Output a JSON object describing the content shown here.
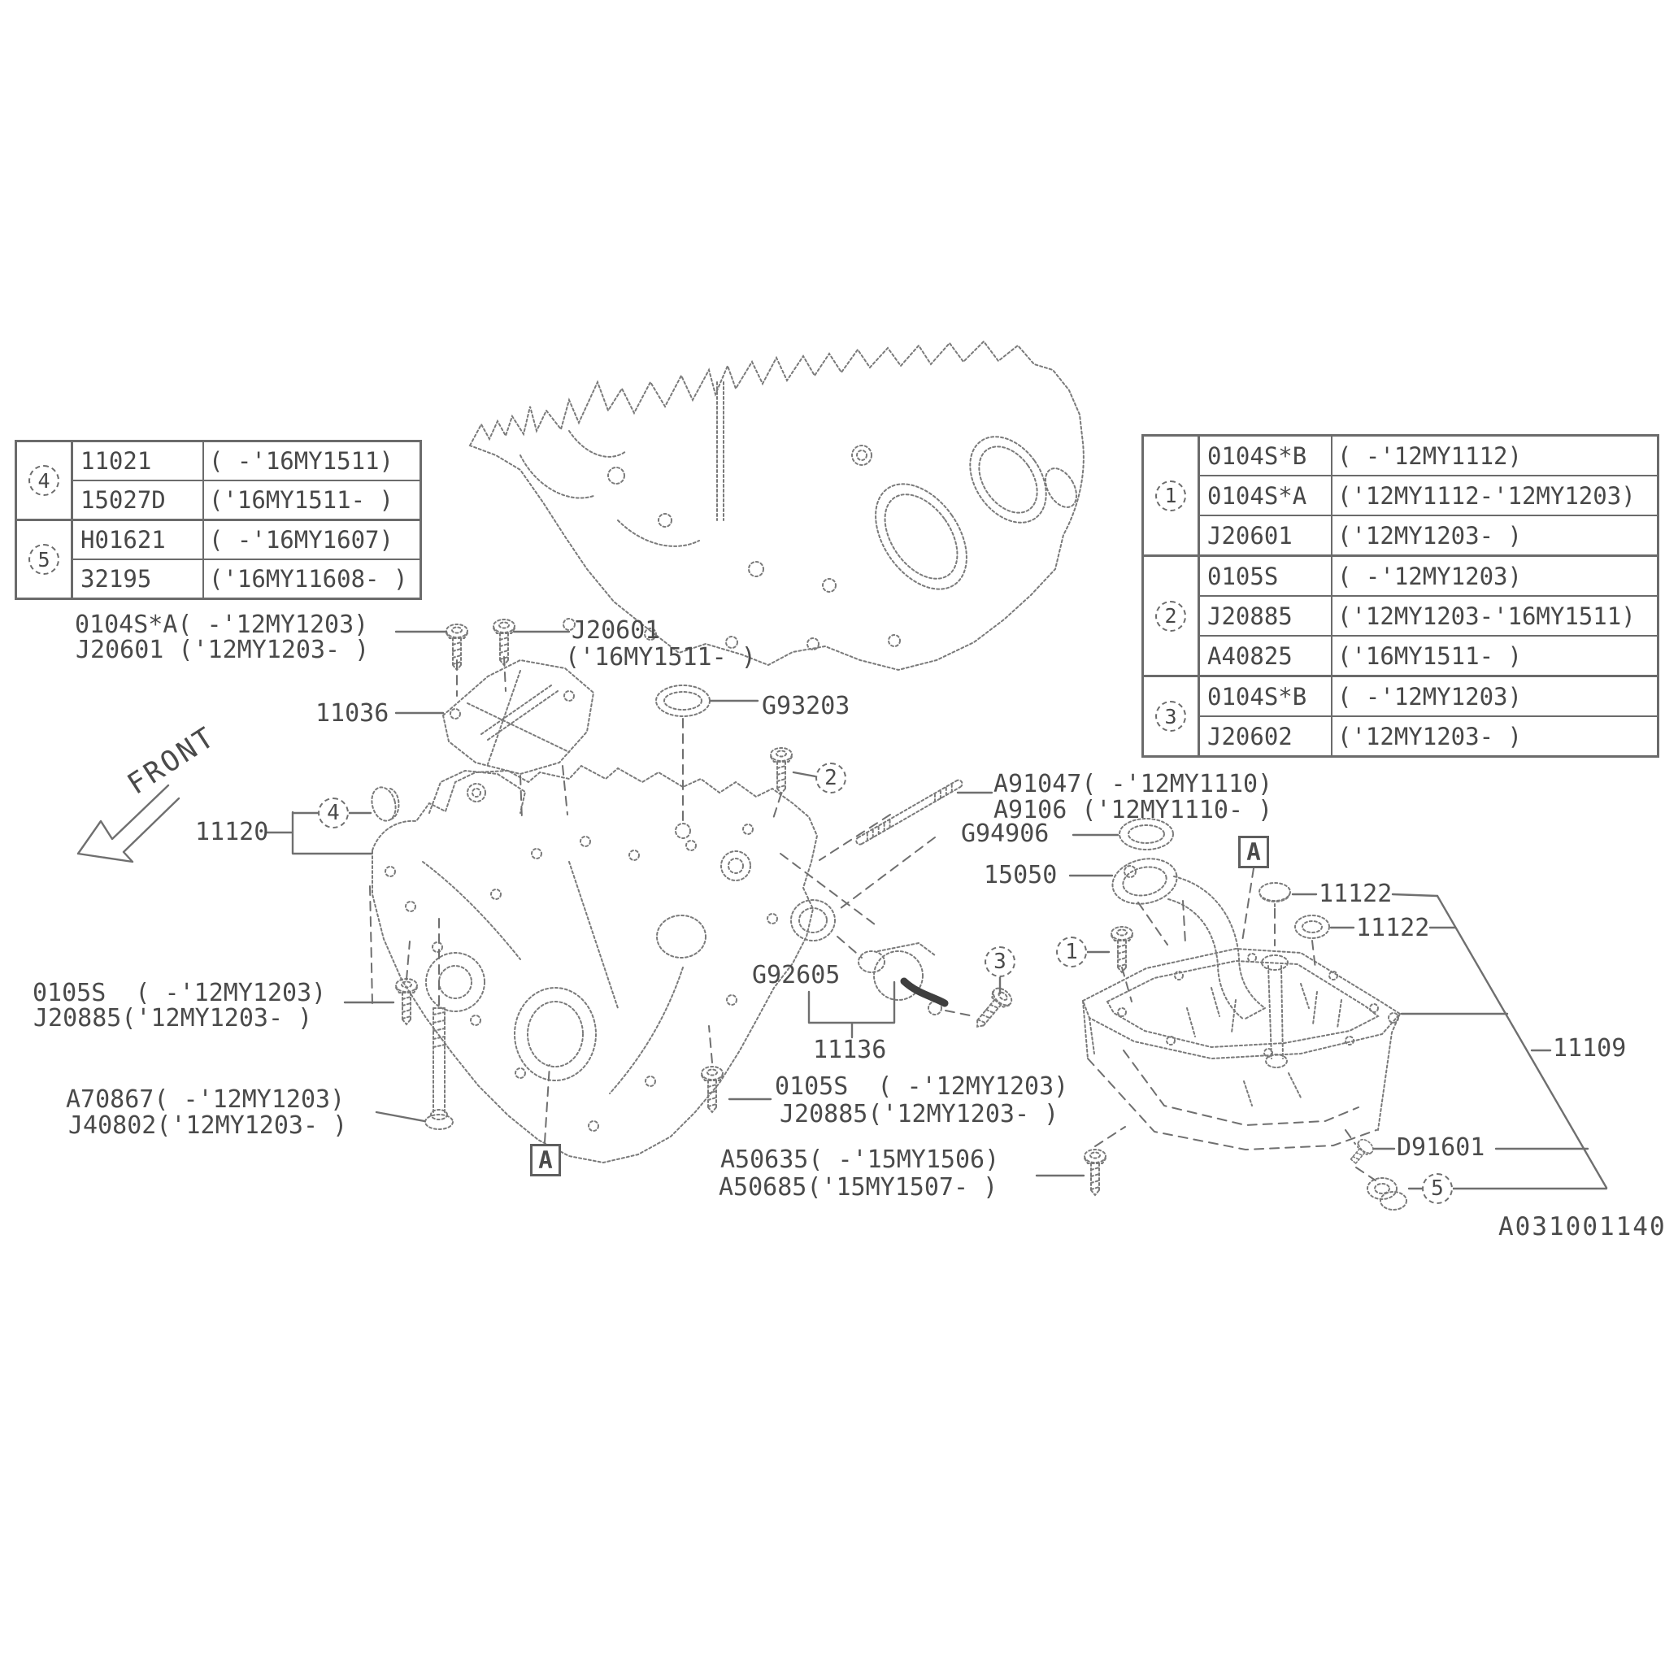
{
  "colors": {
    "ink": "#4a4a4a",
    "line": "#7a7a7a",
    "dark": "#3f3f3f"
  },
  "titles": {
    "code": "A031001140",
    "front": "FRONT",
    "ref_letter": "A"
  },
  "left_table": {
    "groups": [
      {
        "badge": "4",
        "rows": [
          [
            "11021",
            "( -'16MY1511)"
          ],
          [
            "15027D",
            "('16MY1511- )"
          ]
        ]
      },
      {
        "badge": "5",
        "rows": [
          [
            "H01621",
            "( -'16MY1607)"
          ],
          [
            "32195",
            "('16MY11608- )"
          ]
        ]
      }
    ]
  },
  "right_table": {
    "groups": [
      {
        "badge": "1",
        "rows": [
          [
            "0104S*B",
            "( -'12MY1112)"
          ],
          [
            "0104S*A",
            "('12MY1112-'12MY1203)"
          ],
          [
            "J20601",
            "('12MY1203- )"
          ]
        ]
      },
      {
        "badge": "2",
        "rows": [
          [
            "0105S",
            "( -'12MY1203)"
          ],
          [
            "J20885",
            "('12MY1203-'16MY1511)"
          ],
          [
            "A40825",
            "('16MY1511- )"
          ]
        ]
      },
      {
        "badge": "3",
        "rows": [
          [
            "0104S*B",
            "( -'12MY1203)"
          ],
          [
            "J20602",
            "('12MY1203- )"
          ]
        ]
      }
    ]
  },
  "callouts": {
    "c1": "1",
    "c2": "2",
    "c3": "3",
    "c4": "4",
    "c5": "5"
  },
  "labels": {
    "l_0104sa_1": "0104S*A( -'12MY1203)",
    "l_0104sa_2": "J20601 ('12MY1203- )",
    "l_j20601b_1": "J20601",
    "l_j20601b_2": "('16MY1511- )",
    "l_11036": "11036",
    "l_g93203": "G93203",
    "l_a91047_1": "A91047( -'12MY1110)",
    "l_a91047_2": "A9106 ('12MY1110- )",
    "l_g94906": "G94906",
    "l_15050": "15050",
    "l_11122_a": "11122",
    "l_11122_b": "11122",
    "l_11109": "11109",
    "l_11120": "11120",
    "l_g92605": "G92605",
    "l_11136": "11136",
    "l_0105s_left_1": "0105S  ( -'12MY1203)",
    "l_0105s_left_2": "J20885('12MY1203- )",
    "l_a70867_1": "A70867( -'12MY1203)",
    "l_a70867_2": "J40802('12MY1203- )",
    "l_0105s_mid_1": "0105S  ( -'12MY1203)",
    "l_0105s_mid_2": "J20885('12MY1203- )",
    "l_a50635_1": "A50635( -'15MY1506)",
    "l_a50635_2": "A50685('15MY1507- )",
    "l_d91601": "D91601"
  }
}
